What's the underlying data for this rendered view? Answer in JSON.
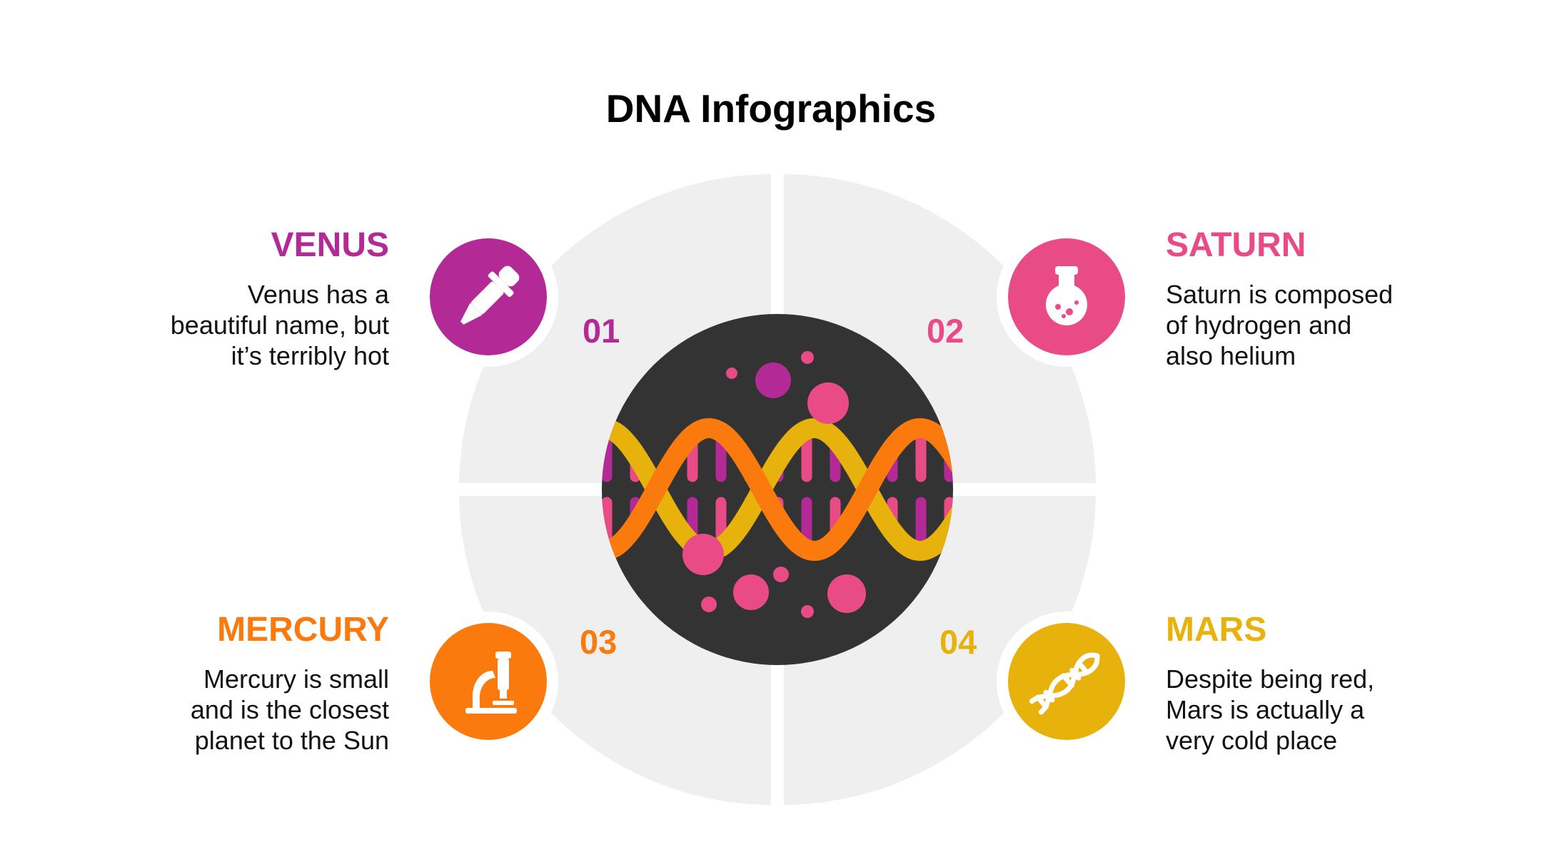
{
  "title": "DNA Infographics",
  "colors": {
    "venus": "#B32A96",
    "saturn": "#E84B85",
    "mercury": "#FA7A0D",
    "mars": "#E8B20C",
    "ring": "#EFEFEF",
    "dark": "#333333"
  },
  "items": [
    {
      "heading": "VENUS",
      "lines": [
        "Venus has a",
        "beautiful name, but",
        "it’s terribly hot"
      ],
      "number": "01",
      "icon": "dropper-icon"
    },
    {
      "heading": "SATURN",
      "lines": [
        "Saturn is composed",
        "of hydrogen and",
        "also helium"
      ],
      "number": "02",
      "icon": "flask-icon"
    },
    {
      "heading": "MERCURY",
      "lines": [
        "Mercury is small",
        "and is the closest",
        "planet to the Sun"
      ],
      "number": "03",
      "icon": "microscope-icon"
    },
    {
      "heading": "MARS",
      "lines": [
        "Despite being red,",
        "Mars is actually a",
        "very cold place"
      ],
      "number": "04",
      "icon": "dna-icon"
    }
  ]
}
